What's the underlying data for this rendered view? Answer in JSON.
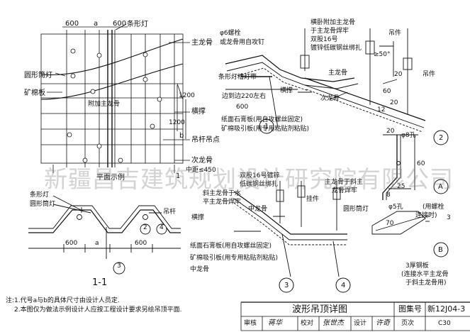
{
  "plan": {
    "dim_600_left": "600",
    "dim_a": "a",
    "dim_600_right": "600",
    "label_strip_light": "条形灯",
    "label_round_light": "圆形筒灯",
    "label_mineral_board": "矿棉板",
    "label_main_joist_top": "主龙骨",
    "label_add_main_joist": "附加主龙骨",
    "label_cross_brace": "横撑",
    "label_hanger_point": "吊杆吊点",
    "label_secondary_joist": "次龙骨",
    "spacing_note": "中距≤450",
    "dim_1200_a": "1200",
    "dim_1200_b": "1200",
    "dim_b": "b",
    "title": "平面示例",
    "section_marker": "1"
  },
  "detail1": {
    "bolt": "φ6螺栓",
    "bolt_alt": "或龙骨用自攻钉",
    "strip_groove": "条形灯槽灯带",
    "edge_dim": "边到边220左右",
    "dim_600": "600",
    "gypsum": "纸面石膏板(用自攻螺丝固定)",
    "mineral": "矿棉吸引板(用专用粘贴剂粘贴)",
    "brace": "横撑",
    "secondary": "次龙骨",
    "main_joist": "主龙骨",
    "add_main_1": "横卧附加主龙骨",
    "add_main_2": "于主龙骨焊牢",
    "add_main_3": "双股16号",
    "add_main_4": "镀锌低碳钢丝绑扎",
    "hanger": "吊件",
    "hanger2": "吊件",
    "angle": "≥50°",
    "dim_20": "20",
    "dim_12": "12",
    "dim_60": "60",
    "dim_20b": "20",
    "marker": "1"
  },
  "detail2": {
    "hole": "φ8孔",
    "dim_20": "20",
    "dim_60": "60",
    "dim_25": "25",
    "dim_8": "8",
    "marker": "2"
  },
  "detailA": {
    "hole": "φ5孔",
    "bolt": "(用螺栓",
    "bolt2": "连接时)",
    "dim_70": "70",
    "dim_3": "3",
    "marker": "A"
  },
  "detailB": {
    "steel": "3厚钢板",
    "note1": "(连接水平主龙骨",
    "note2": "于斜主龙骨用)",
    "marker": "B"
  },
  "section": {
    "strip_light": "条形灯",
    "round_light": "圆形筒灯",
    "hanger_rod": "吊杆",
    "dim_600a": "600",
    "dim_a": "a",
    "dim_600b": "600",
    "m2": "2",
    "m3": "3",
    "m4": "4",
    "title": "1-1"
  },
  "detail34": {
    "wire1": "双股16号镀锌",
    "wire2": "低碳钢丝绑扎",
    "slant1": "斜主龙骨于水",
    "slant2": "平主龙骨焊牢",
    "mid": "中龙骨",
    "hang": "挂件",
    "main1": "主龙骨于斜主",
    "main2": "龙骨焊牢",
    "round_light": "圆形筒灯",
    "brace": "横撑",
    "gypsum": "纸面石膏板(用自攻螺丝固定)",
    "mineral": "矿棉吸引板(用专用粘贴剂粘贴)",
    "mid2": "中龙骨",
    "m3": "3",
    "m4": "4"
  },
  "watermark": "新疆昌吉建筑规划设计研究院有限公司",
  "notes": {
    "n1": "注:1.代号a与b的具体尺寸由设计人员定.",
    "n2": "2.本图仅为做法示例设计人应按工程设计要求另绘吊顶平面."
  },
  "title_block": {
    "drawing_title": "波形吊顶详图",
    "atlas_label": "图集号",
    "atlas_no": "新12J04-3",
    "review": "审核",
    "proof": "校对",
    "design": "设计",
    "page_label": "页次",
    "page_no": "C30",
    "sig1": "蒋华",
    "sig2": "张世杰",
    "sig3": "许奇"
  }
}
